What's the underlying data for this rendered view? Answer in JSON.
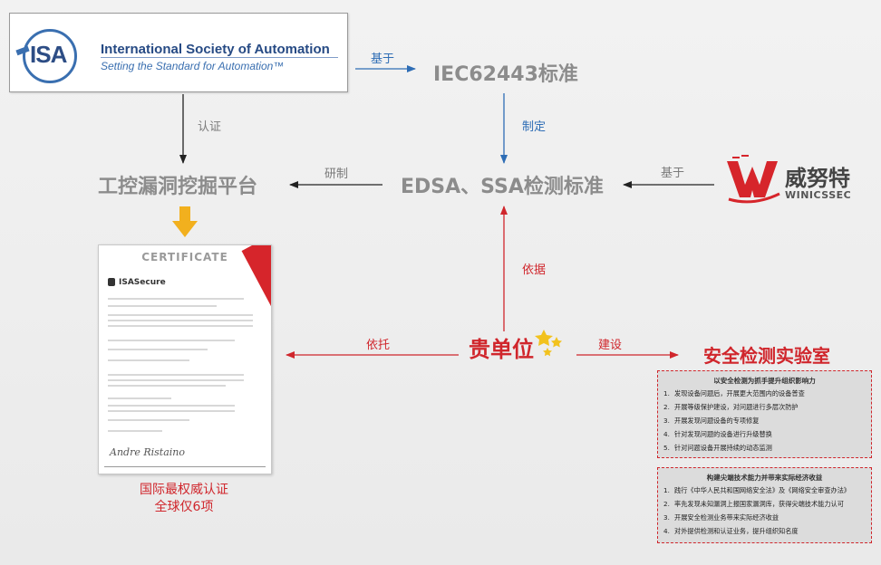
{
  "isa": {
    "logo_letters": "ISA",
    "name": "International Society of Automation",
    "tagline": "Setting the Standard for Automation™"
  },
  "nodes": {
    "iec": "IEC62443标准",
    "edsa": "EDSA、SSA检测标准",
    "platform": "工控漏洞挖掘平台",
    "unit": "贵单位",
    "lab": "安全检测实验室"
  },
  "edges": {
    "isa_iec": "基于",
    "iec_edsa": "制定",
    "isa_platform": "认证",
    "edsa_platform": "研制",
    "winicssec_edsa": "基于",
    "unit_edsa": "依据",
    "unit_cert": "依托",
    "unit_lab": "建设"
  },
  "winicssec": {
    "name_cn": "威努特",
    "name_en": "WINICSSEC"
  },
  "certificate": {
    "title": "CERTIFICATE",
    "brand": "ISASecure",
    "signature": "Andre Ristaino",
    "caption_line1": "国际最权威认证",
    "caption_line2": "全球仅6项"
  },
  "panels": [
    {
      "heading": "以安全检测为抓手提升组织影响力",
      "items": [
        {
          "num": "1.",
          "text": "发现设备问题后，开展更大范围内的设备普查"
        },
        {
          "num": "2.",
          "text": "开展等级保护建设，对问题进行多层次防护"
        },
        {
          "num": "3.",
          "text": "开展发现问题设备的专项修复"
        },
        {
          "num": "4.",
          "text": "针对发现问题的设备进行升级替换"
        },
        {
          "num": "5.",
          "text": "针对问题设备开展持续的动态监测"
        }
      ]
    },
    {
      "heading": "构建尖端技术能力并带来实际经济收益",
      "items": [
        {
          "num": "1.",
          "text": "践行《中华人民共和国网络安全法》及《网络安全审查办法》"
        },
        {
          "num": "2.",
          "text": "率先发现未知漏洞上报国家漏洞库，获得尖端技术能力认可"
        },
        {
          "num": "3.",
          "text": "开展安全检测业务带来实际经济收益"
        },
        {
          "num": "4.",
          "text": "对外提供检测和认证业务，提升组织知名度"
        }
      ]
    }
  ],
  "colors": {
    "blue": "#2e6db5",
    "red": "#d0262c",
    "gray": "#8c8c8c",
    "black": "#222222",
    "gold": "#f2b01e"
  }
}
